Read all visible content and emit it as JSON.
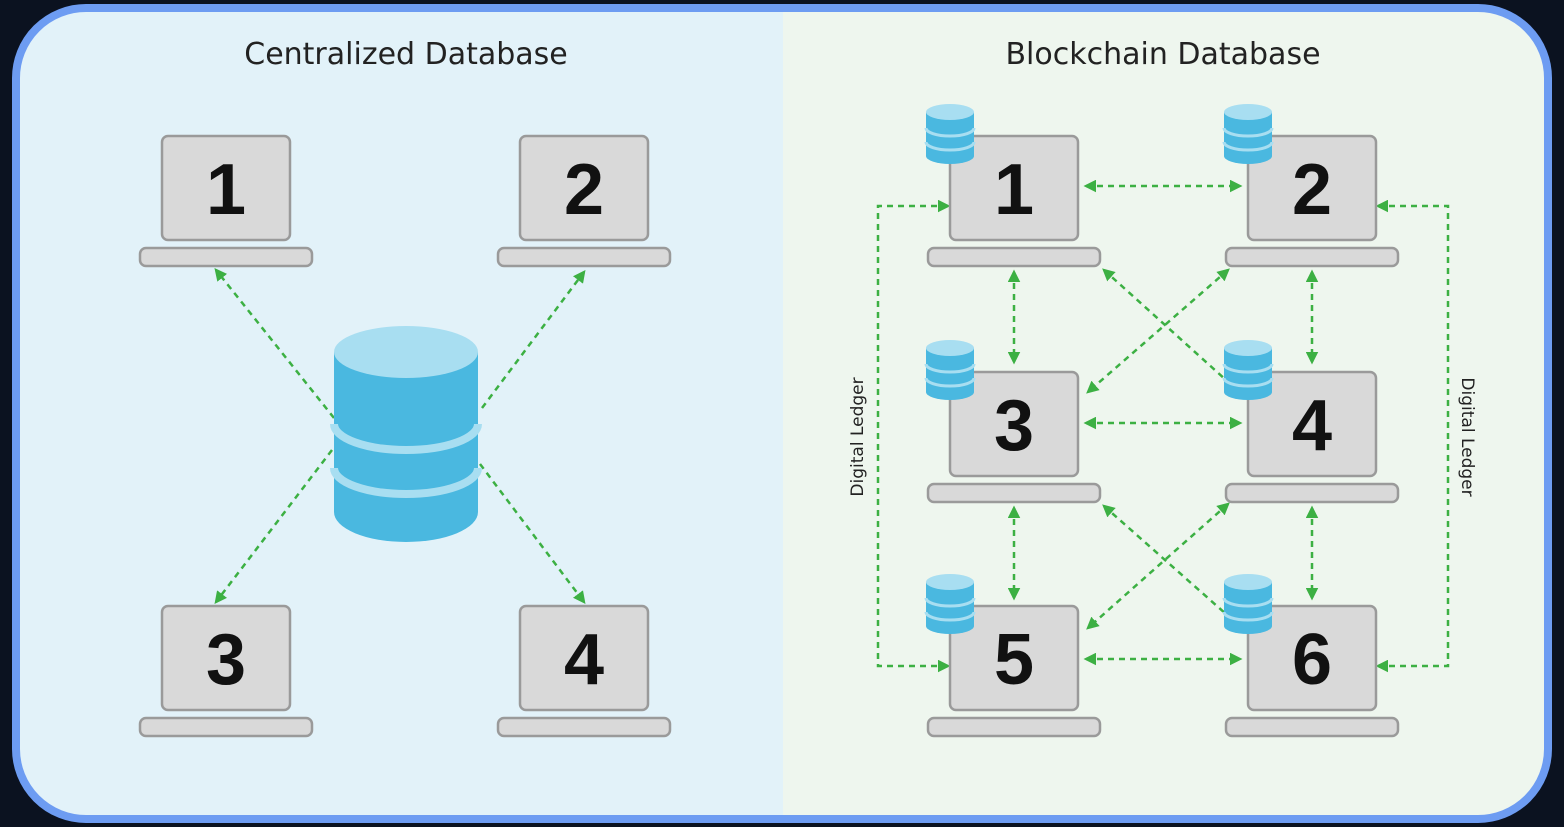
{
  "colors": {
    "border": "#6d9cf2",
    "left_panel": "#e2f2f9",
    "right_panel": "#eef6ee",
    "arrow": "#3cb043",
    "database": "#4ab8e0",
    "laptop": "#d9d9d9"
  },
  "centralized": {
    "title": "Centralized Database",
    "icon": "database-icon",
    "nodes": [
      "1",
      "2",
      "3",
      "4"
    ]
  },
  "blockchain": {
    "title": "Blockchain Database",
    "left_label": "Digital Ledger",
    "right_label": "Digital Ledger",
    "icon": "database-icon",
    "nodes": [
      "1",
      "2",
      "3",
      "4",
      "5",
      "6"
    ]
  }
}
